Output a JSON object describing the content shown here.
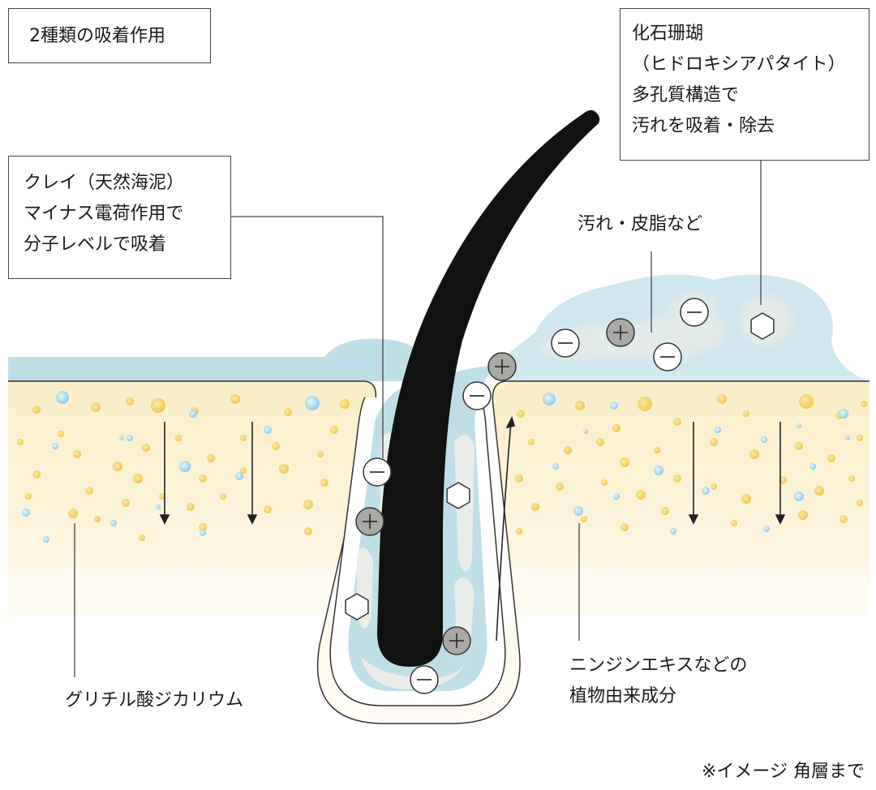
{
  "title_box": {
    "text": "2種類の吸着作用"
  },
  "clay_box": {
    "lines": [
      "クレイ（天然海泥）",
      "マイナス電荷作用で",
      "分子レベルで吸着"
    ]
  },
  "coral_box": {
    "lines": [
      "化石珊瑚",
      "（ヒドロキシアパタイト）",
      "多孔質構造で",
      "汚れを吸着・除去"
    ]
  },
  "dirt_label": {
    "text": "汚れ・皮脂など"
  },
  "glycyrrhizinate_label": {
    "text": "グリチル酸ジカリウム"
  },
  "plant_label": {
    "lines": [
      "ニンジンエキスなどの",
      "植物由来成分"
    ]
  },
  "footnote": {
    "text": "※イメージ 角層まで"
  },
  "colors": {
    "skin_top": "#fbeec8",
    "skin_bottom": "#fefcf5",
    "sebum": "#bcdde6",
    "hair": "#111111",
    "particle_yellow": "#f3d36a",
    "particle_blue": "#a9d8ee"
  }
}
